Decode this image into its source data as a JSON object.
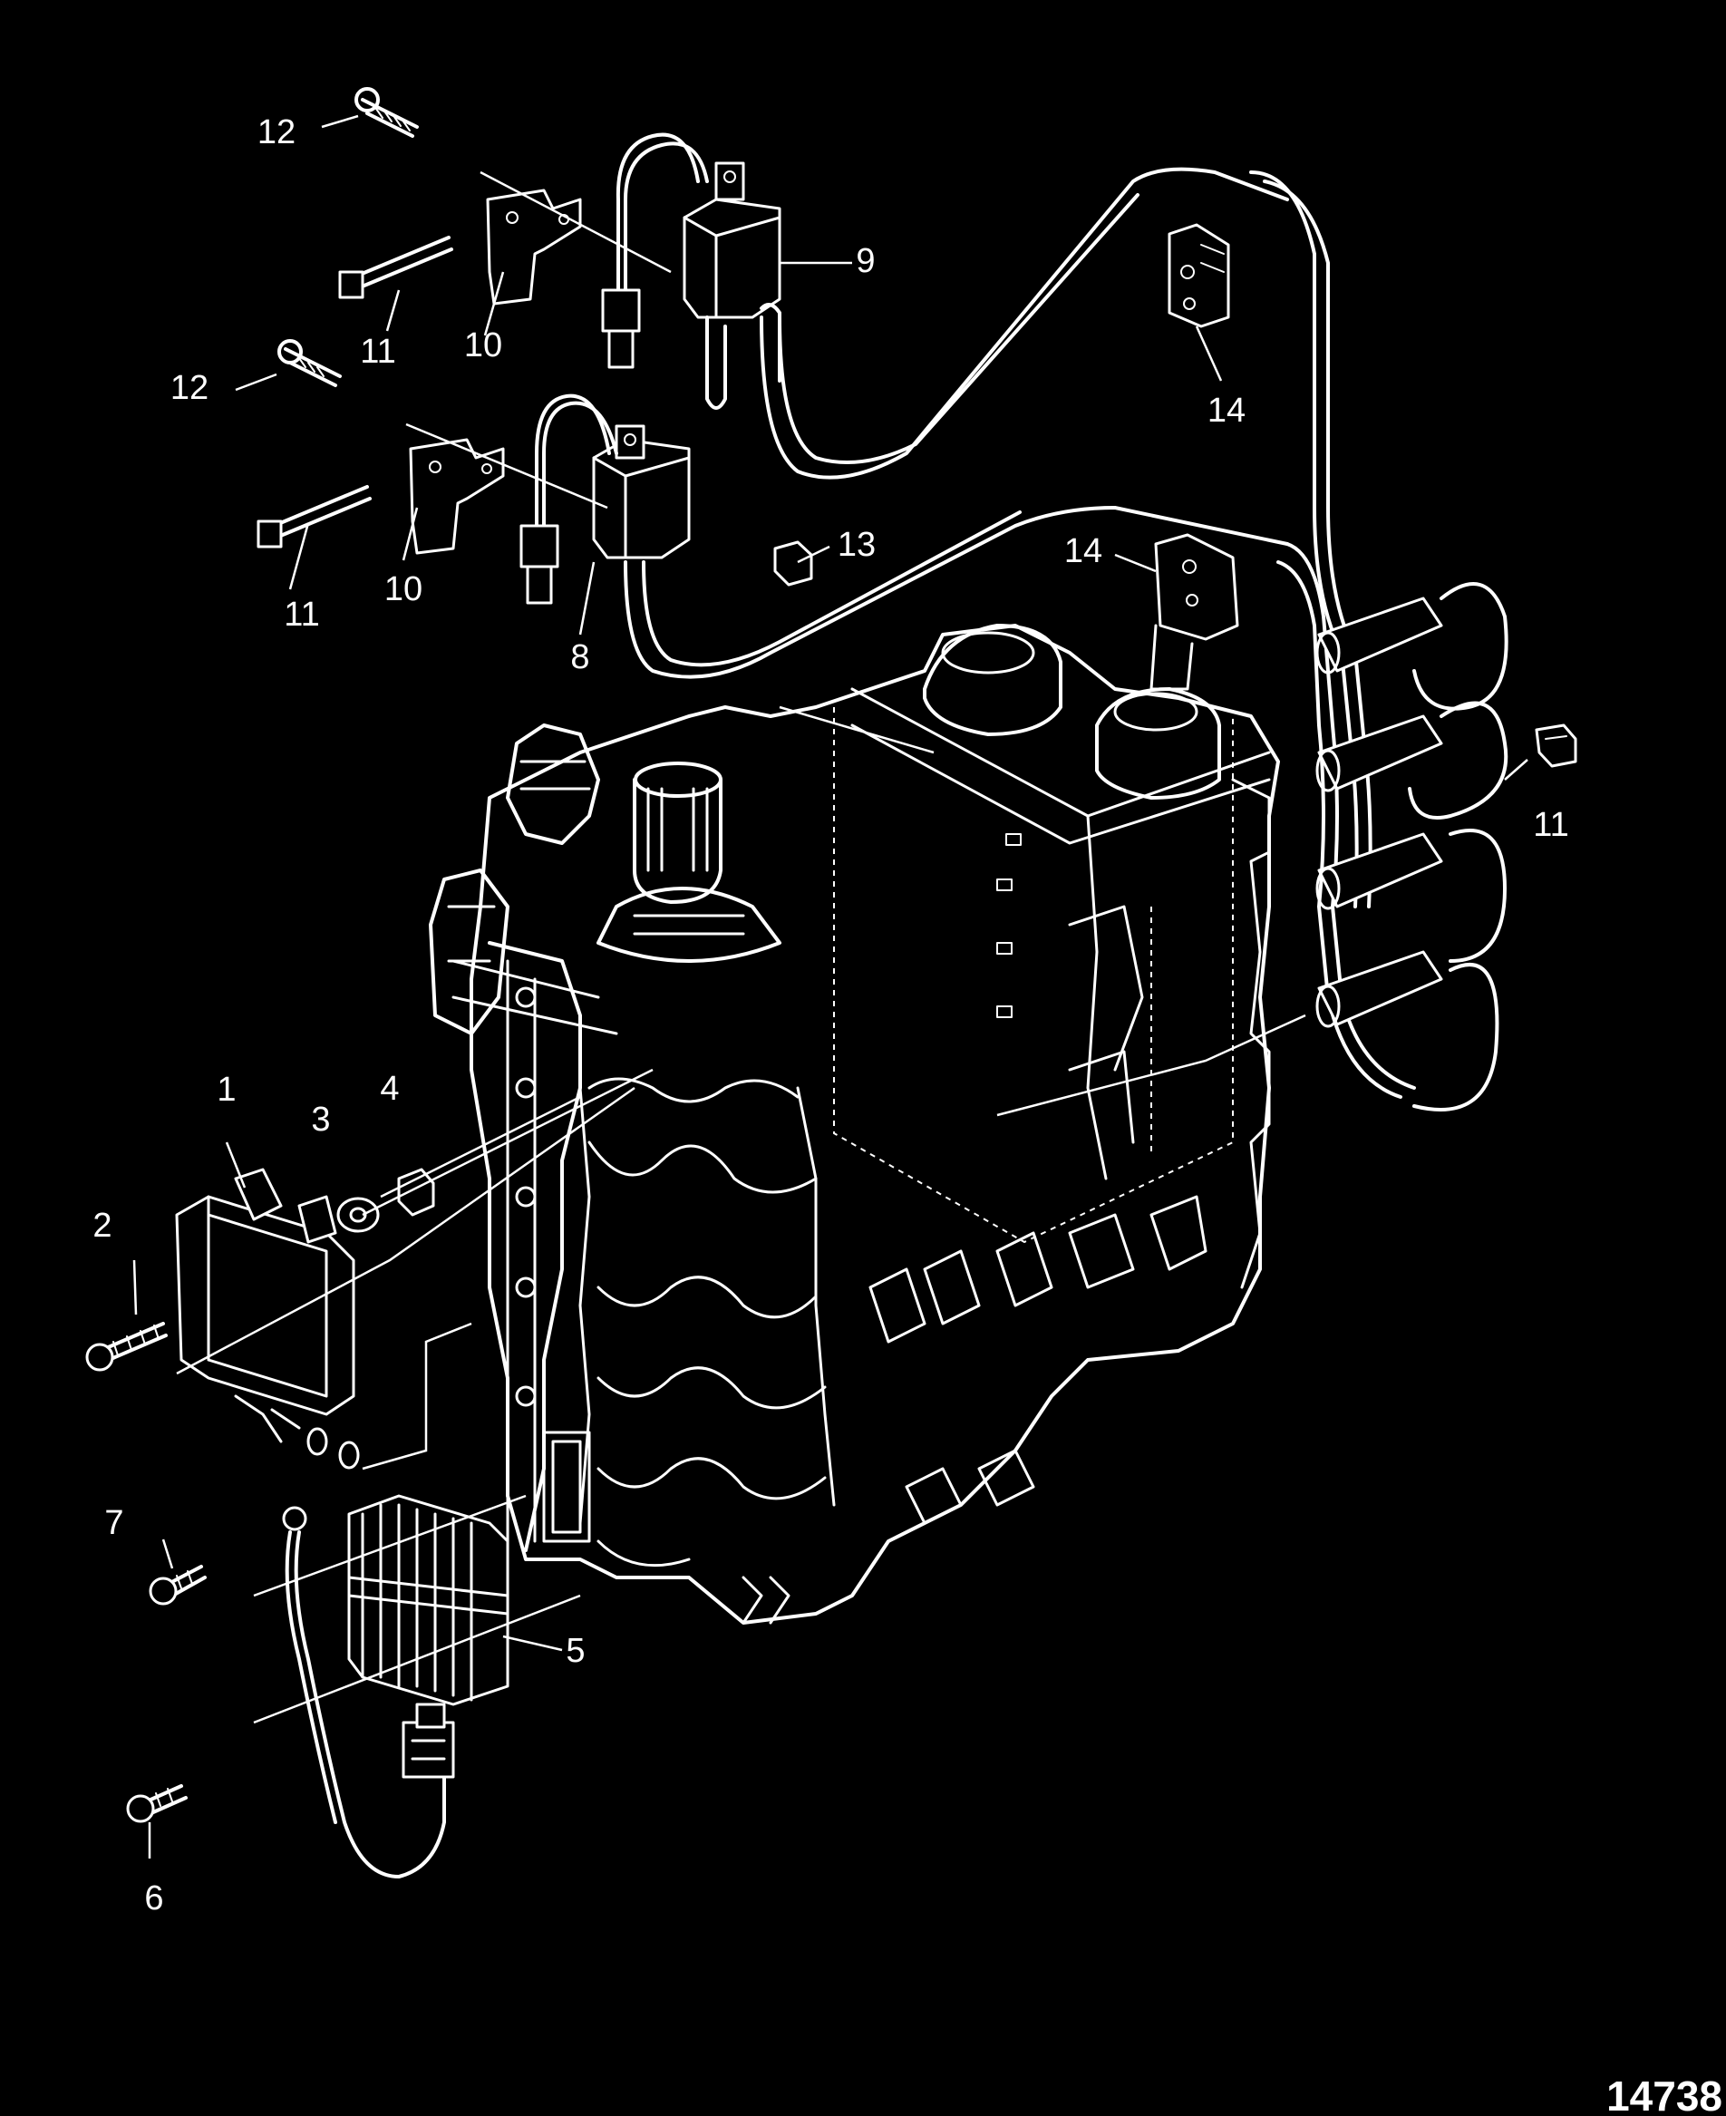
{
  "figure_id": "14738",
  "callouts": [
    {
      "id": "c12a",
      "label": "12"
    },
    {
      "id": "c11a",
      "label": "11"
    },
    {
      "id": "c10a",
      "label": "10"
    },
    {
      "id": "c9",
      "label": "9"
    },
    {
      "id": "c12b",
      "label": "12"
    },
    {
      "id": "c14a",
      "label": "14"
    },
    {
      "id": "c13",
      "label": "13"
    },
    {
      "id": "c14b",
      "label": "14"
    },
    {
      "id": "c11b",
      "label": "11"
    },
    {
      "id": "c10b",
      "label": "10"
    },
    {
      "id": "c8",
      "label": "8"
    },
    {
      "id": "c11c",
      "label": "11"
    },
    {
      "id": "c1",
      "label": "1"
    },
    {
      "id": "c3",
      "label": "3"
    },
    {
      "id": "c4",
      "label": "4"
    },
    {
      "id": "c2",
      "label": "2"
    },
    {
      "id": "c7",
      "label": "7"
    },
    {
      "id": "c5",
      "label": "5"
    },
    {
      "id": "c6",
      "label": "6"
    }
  ]
}
